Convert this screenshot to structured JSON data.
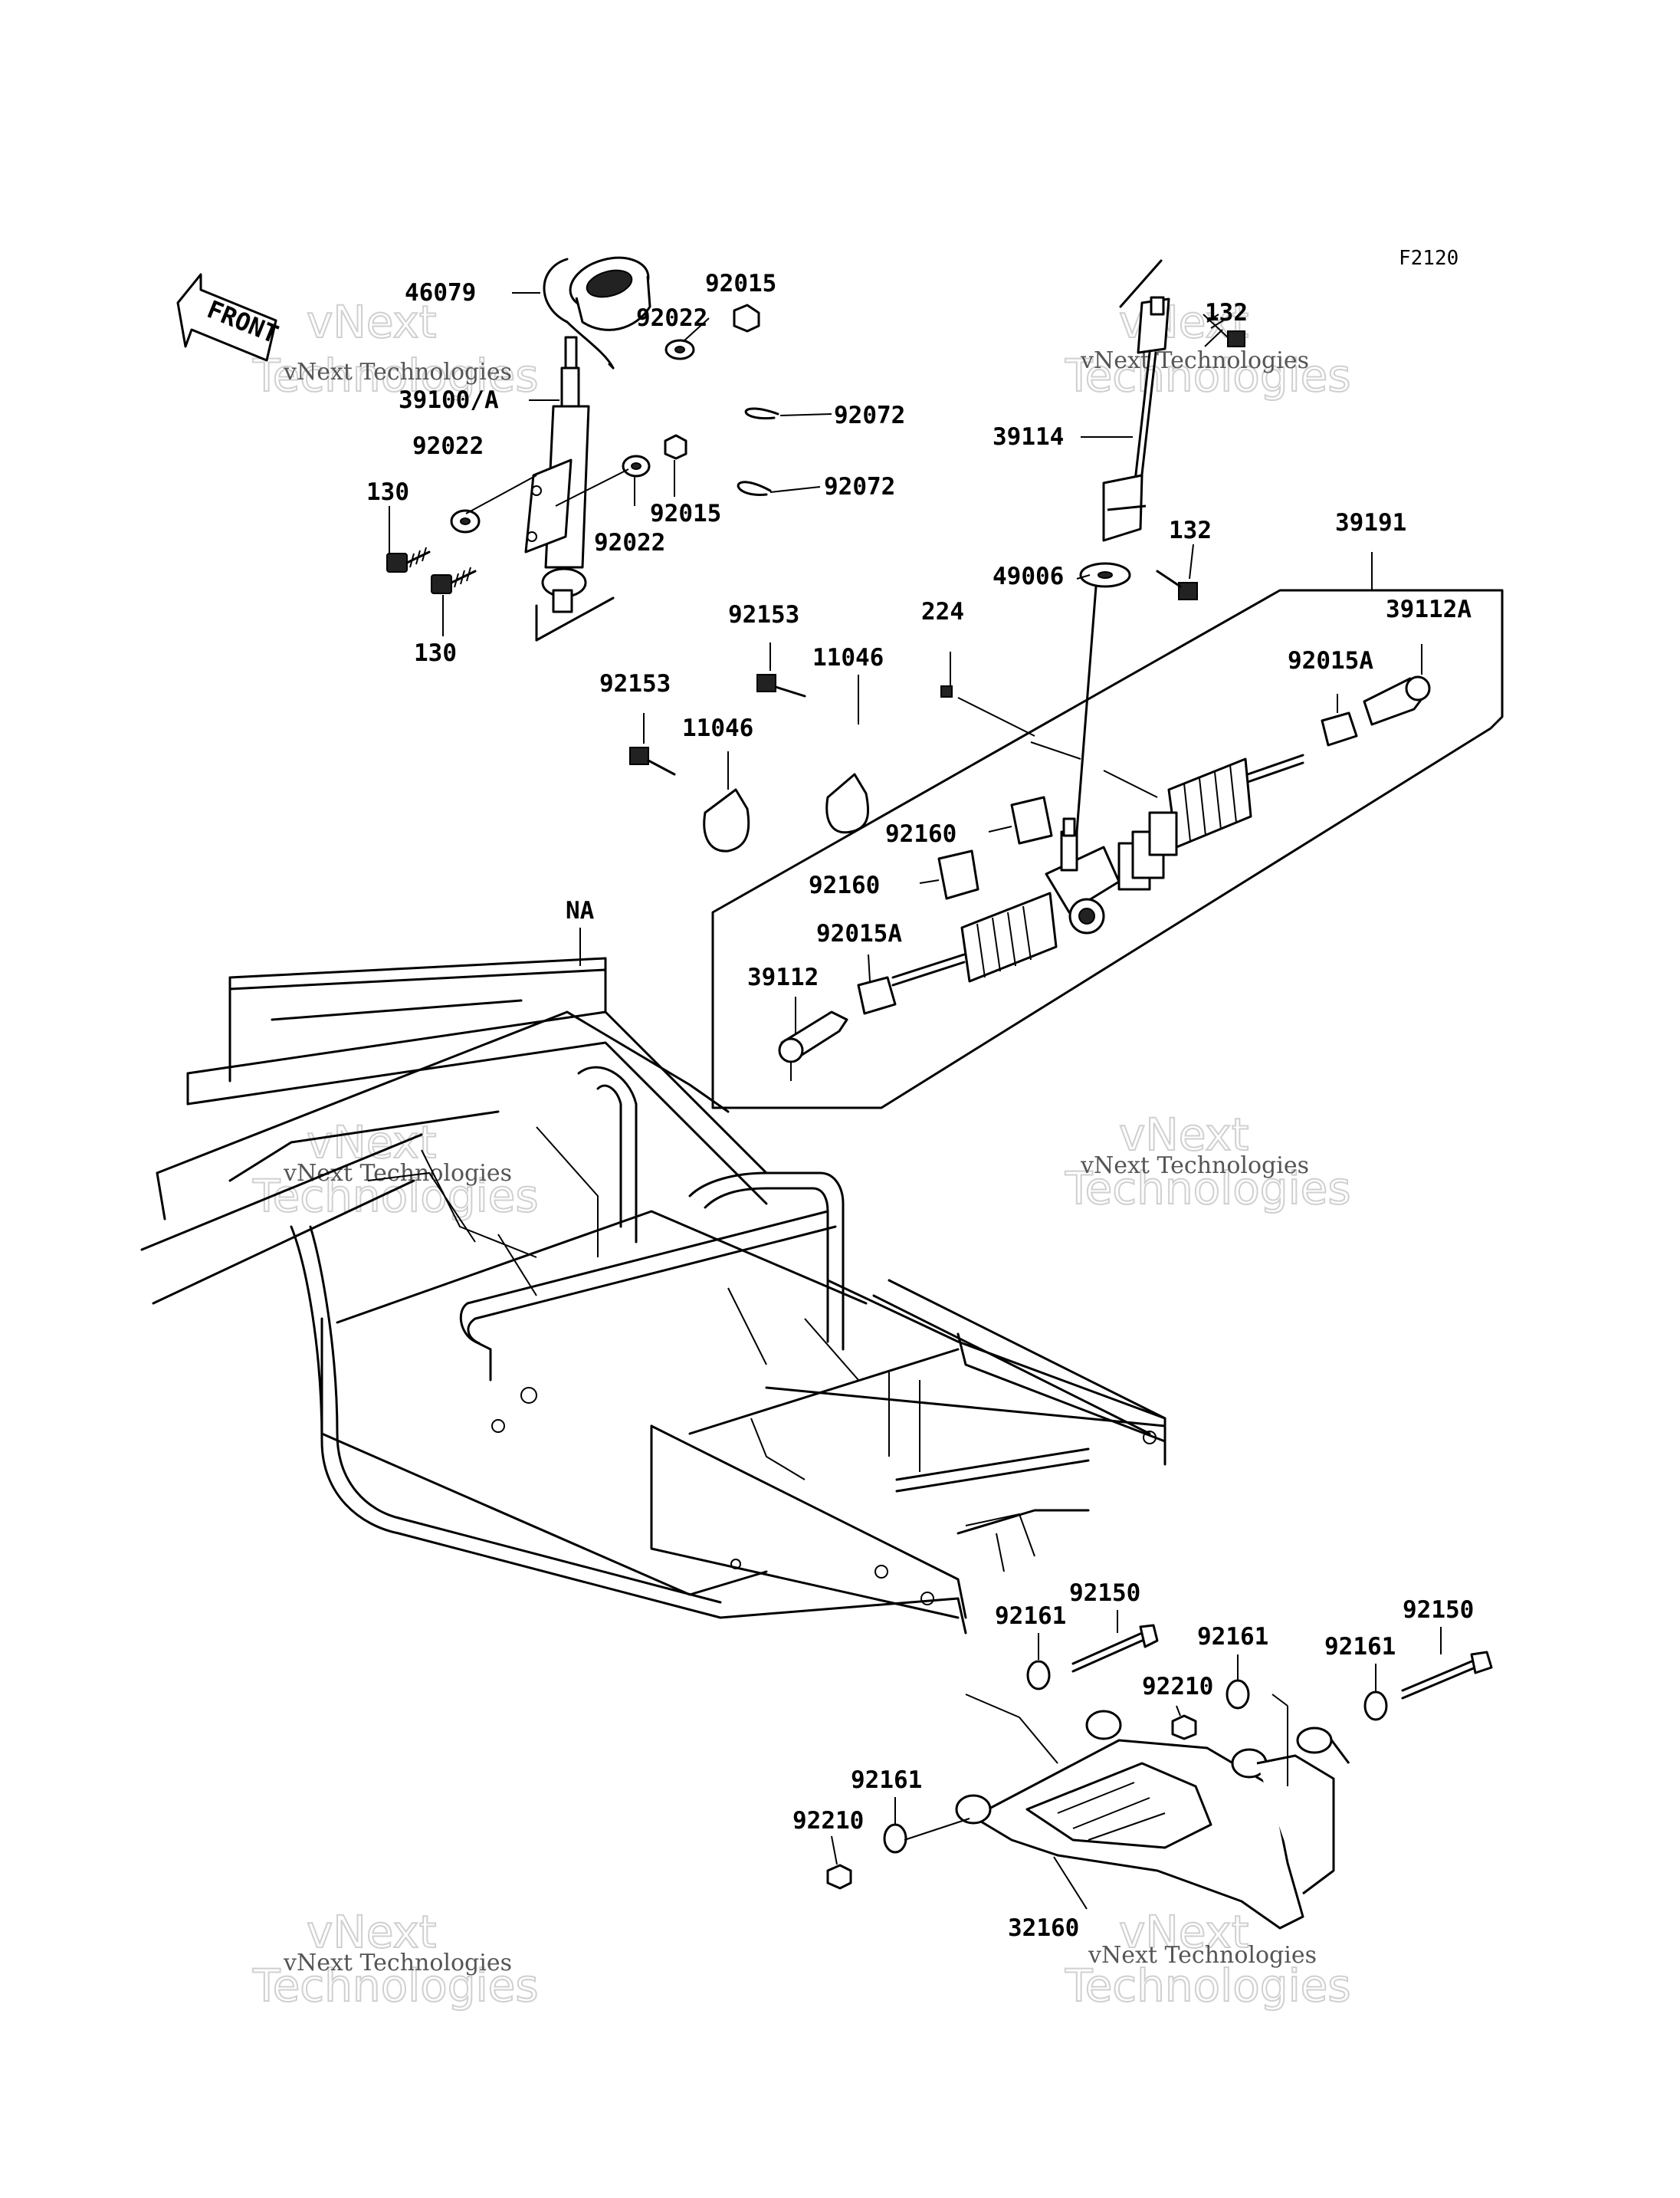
{
  "figure_code": "F2120",
  "front_label": "FRONT",
  "watermark": {
    "company": "vNext Technologies",
    "word_top": "vNext",
    "word_bottom": "Technologies"
  },
  "labels": {
    "p46079": "46079",
    "p92015_a": "92015",
    "p92022_a": "92022",
    "p39100a": "39100/A",
    "p92072_a": "92072",
    "p92072_b": "92072",
    "p92022_b": "92022",
    "p92022_c": "92022",
    "p92015_b": "92015",
    "p130_a": "130",
    "p130_b": "130",
    "p132_a": "132",
    "p39114": "39114",
    "p132_b": "132",
    "p39191": "39191",
    "p49006": "49006",
    "p224": "224",
    "p92153_a": "92153",
    "p11046_a": "11046",
    "p92153_b": "92153",
    "p11046_b": "11046",
    "p39112a": "39112A",
    "p92015a_a": "92015A",
    "p92160_a": "92160",
    "p92160_b": "92160",
    "p92015a_b": "92015A",
    "p39112": "39112",
    "pNA": "NA",
    "p92150_a": "92150",
    "p92161_a": "92161",
    "p92161_b": "92161",
    "p92210_a": "92210",
    "p92150_b": "92150",
    "p92161_c": "92161",
    "p92161_d": "92161",
    "p92210_b": "92210",
    "p32160": "32160"
  }
}
